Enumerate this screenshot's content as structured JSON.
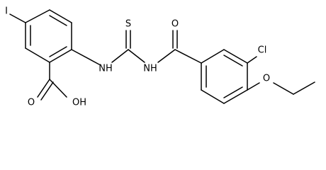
{
  "molecule": {
    "atoms": {
      "iodine": "I",
      "sulfur": "S",
      "nh_left": "NH",
      "nh_right": "NH",
      "carbonyl_o": "O",
      "chlorine": "Cl",
      "ether_o": "O",
      "acid_o": "O",
      "acid_oh": "OH"
    }
  }
}
